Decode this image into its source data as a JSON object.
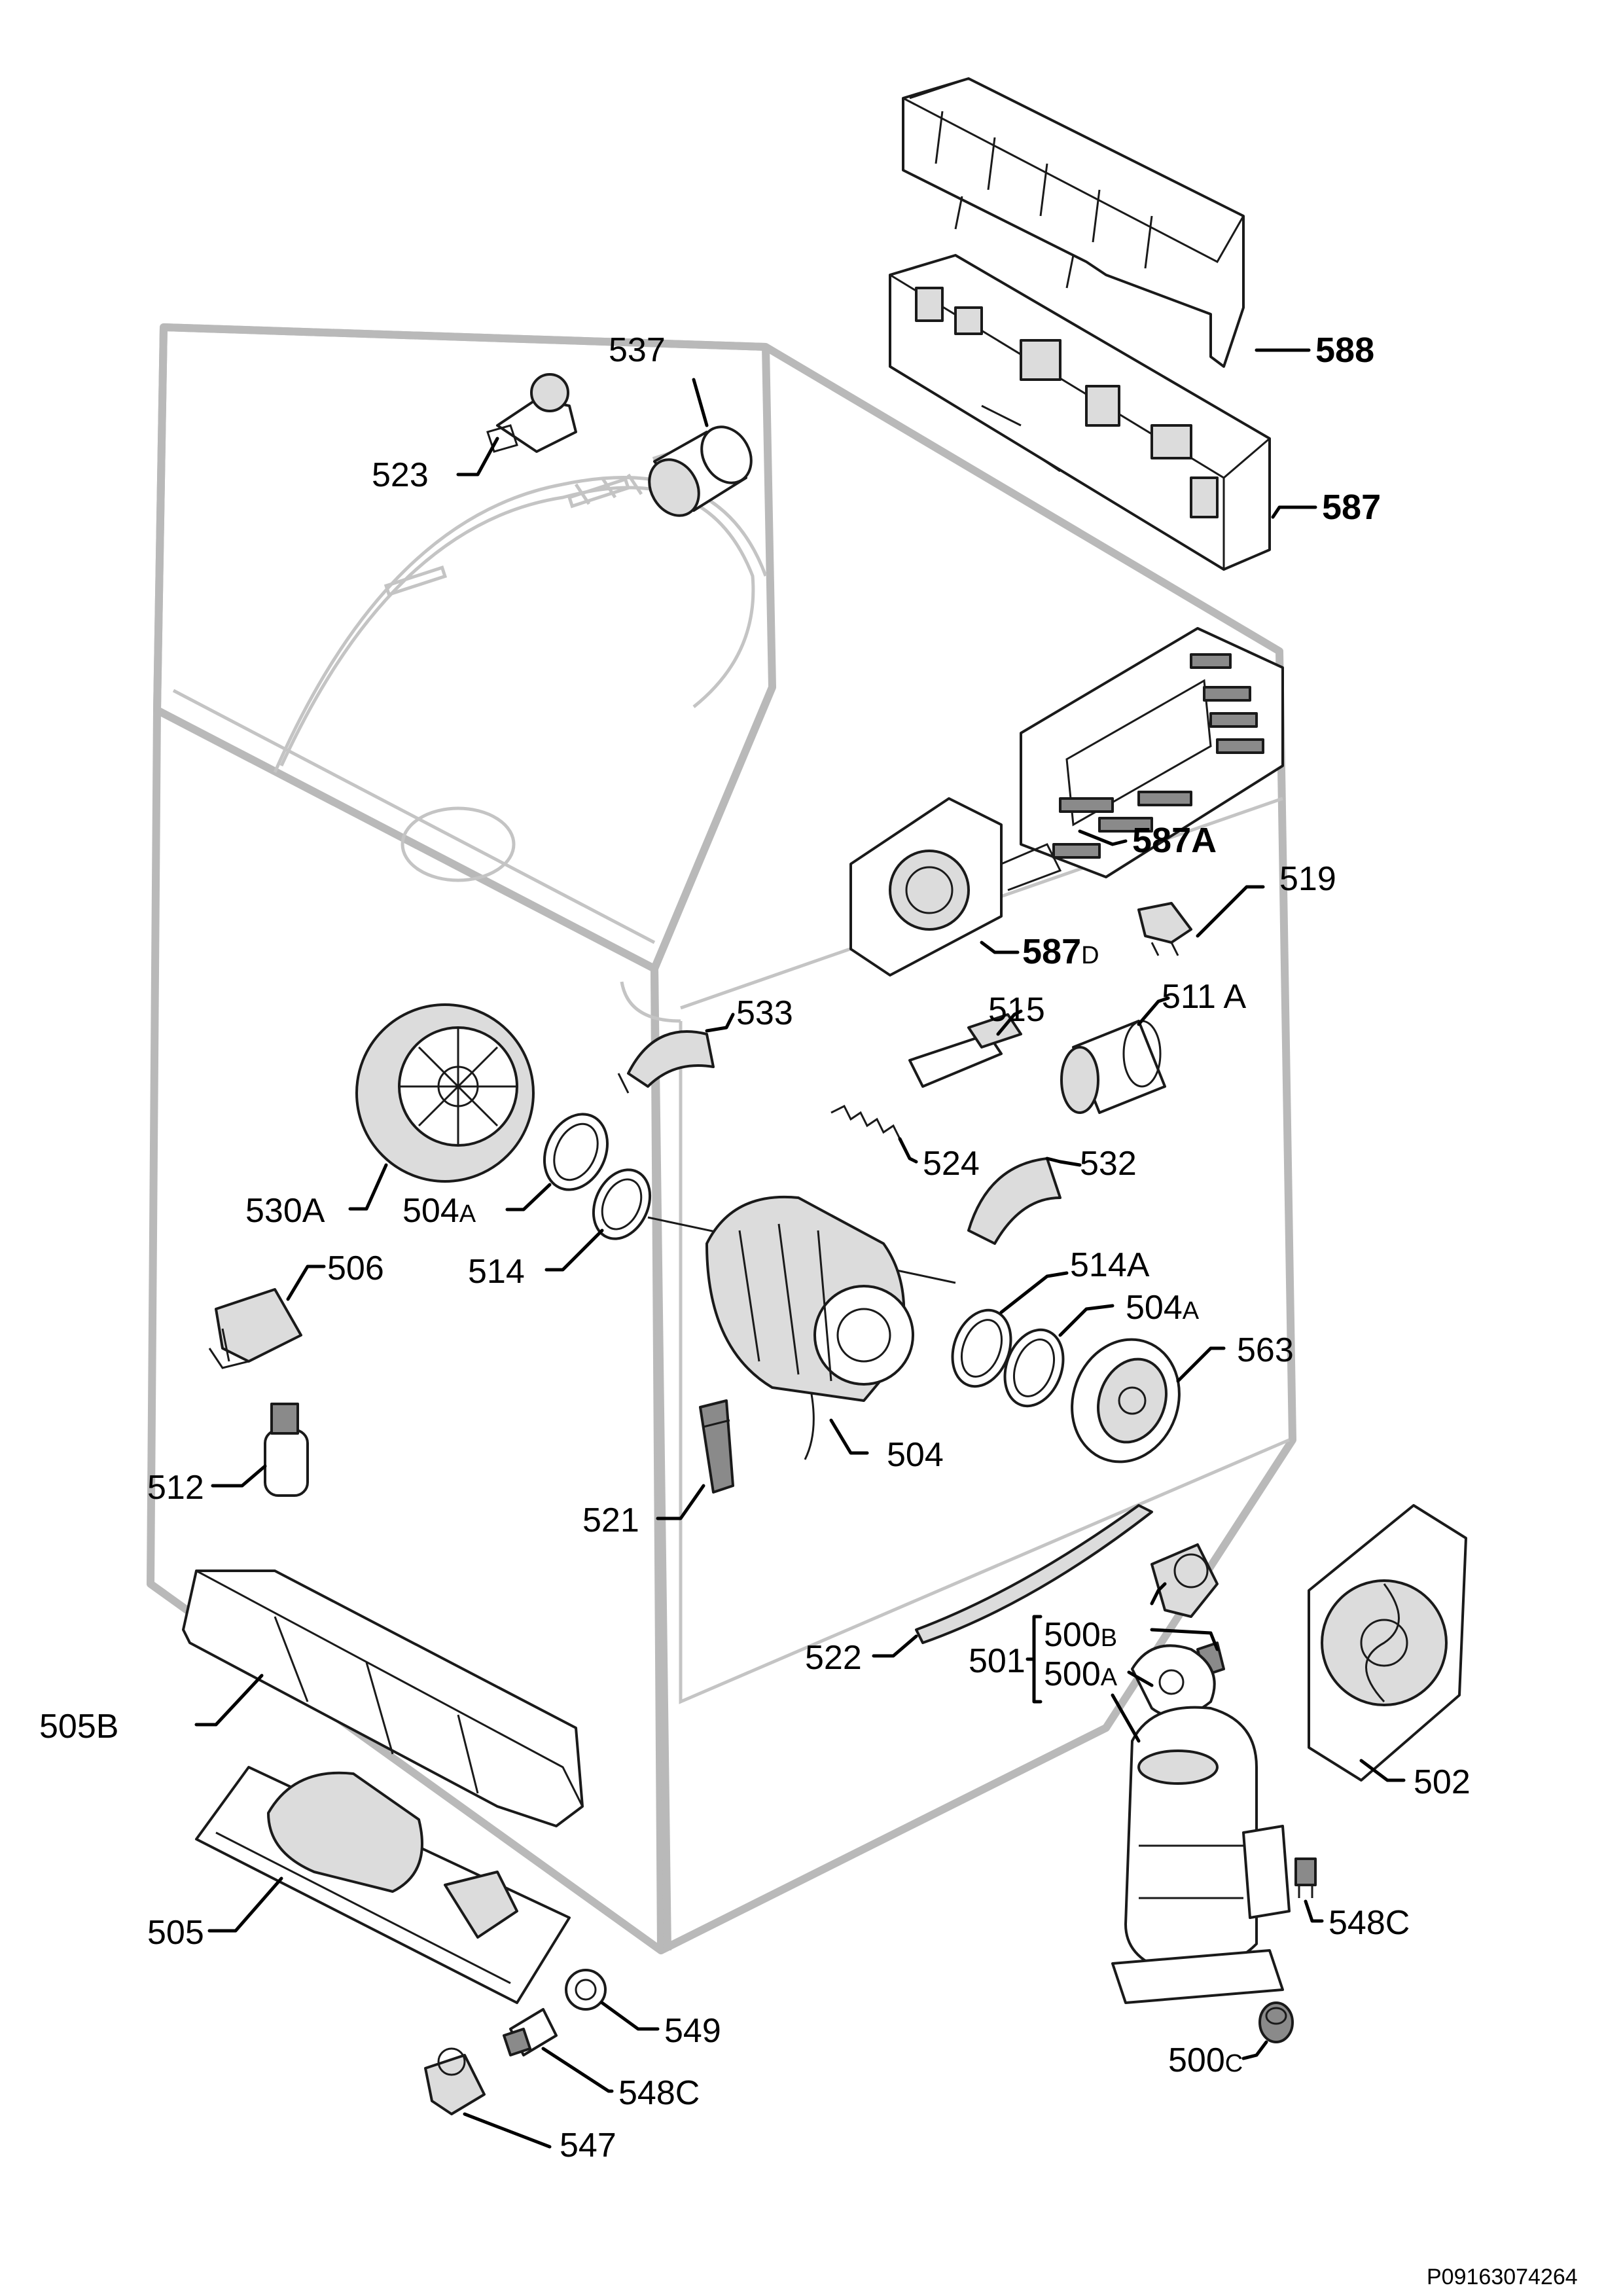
{
  "labels": {
    "l588": "588",
    "l587": "587",
    "l537": "537",
    "l523": "523",
    "l587a": "587A",
    "l587d_main": "587",
    "l587d_suffix": "D",
    "l519": "519",
    "l533": "533",
    "l515": "515",
    "l511a": "511 A",
    "l524": "524",
    "l532": "532",
    "l530a": "530A",
    "l504a_left_main": "504",
    "l504a_left_suffix": "A",
    "l514": "514",
    "l514a": "514A",
    "l504a_right_main": "504",
    "l504a_right_suffix": "A",
    "l563": "563",
    "l506": "506",
    "l504": "504",
    "l512": "512",
    "l521": "521",
    "l522": "522",
    "l501": "501",
    "l500b_main": "500",
    "l500b_suffix": "B",
    "l500a_main": "500",
    "l500a_suffix": "A",
    "l505b": "505B",
    "l502": "502",
    "l505": "505",
    "l548c_right": "548C",
    "l549": "549",
    "l548c_left": "548C",
    "l500c_main": "500",
    "l500c_suffix": "C",
    "l547": "547"
  },
  "document_reference": "P09163074264"
}
